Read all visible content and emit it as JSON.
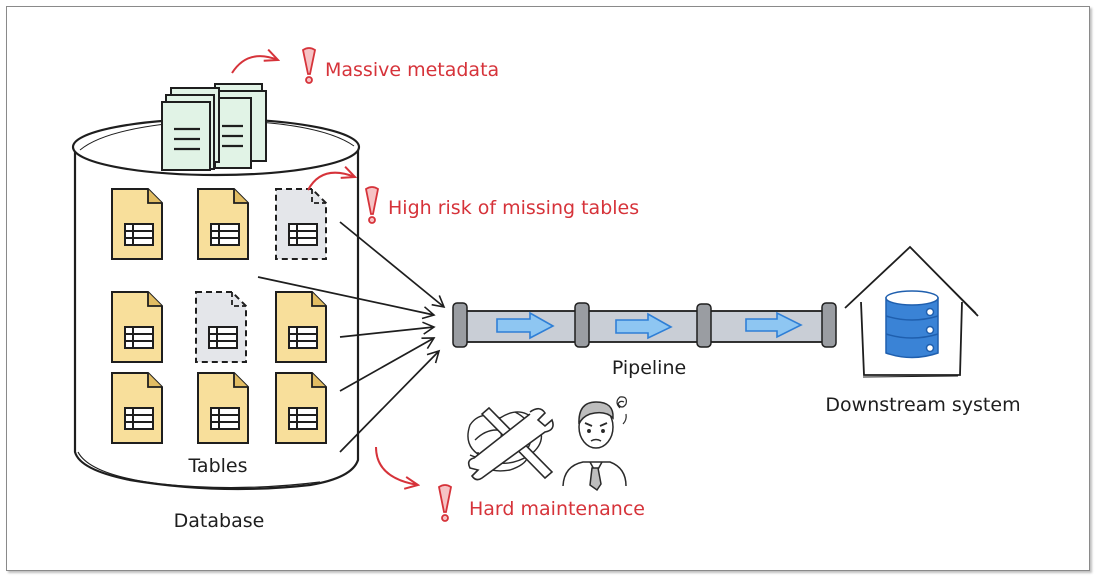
{
  "diagram": {
    "database": {
      "label": "Database",
      "tables_label": "Tables",
      "metadata_icon": "document-stack-icon",
      "tables": [
        {
          "row": 1,
          "col": 1,
          "state": "present"
        },
        {
          "row": 1,
          "col": 2,
          "state": "present"
        },
        {
          "row": 1,
          "col": 3,
          "state": "missing"
        },
        {
          "row": 2,
          "col": 1,
          "state": "present"
        },
        {
          "row": 2,
          "col": 2,
          "state": "missing"
        },
        {
          "row": 2,
          "col": 3,
          "state": "present"
        },
        {
          "row": 3,
          "col": 1,
          "state": "present"
        },
        {
          "row": 3,
          "col": 2,
          "state": "present"
        },
        {
          "row": 3,
          "col": 3,
          "state": "present"
        }
      ]
    },
    "pipeline": {
      "label": "Pipeline",
      "segments": 3
    },
    "downstream": {
      "label": "Downstream system",
      "icon": "house-database-icon"
    },
    "warnings": [
      {
        "id": "metadata",
        "text": "Massive metadata"
      },
      {
        "id": "missing",
        "text": "High risk of missing tables"
      },
      {
        "id": "maintenance",
        "text": "Hard maintenance"
      }
    ],
    "maintenance_icons": [
      "tangled-tools-icon",
      "frustrated-person-icon"
    ],
    "colors": {
      "warning": "#d6333a",
      "table_fill": "#f8df9b",
      "table_fold": "#e2bd63",
      "missing_fill": "#e4e6ea",
      "metadata_fill": "#e1f3e6",
      "pipe_fill": "#c9ced6",
      "pipe_joint": "#9a9da2",
      "flow_arrow": "#8ec6f2",
      "flow_arrow_stroke": "#2f7fd6",
      "db_blue": "#3a83d6",
      "ink": "#1e1e1e"
    }
  }
}
